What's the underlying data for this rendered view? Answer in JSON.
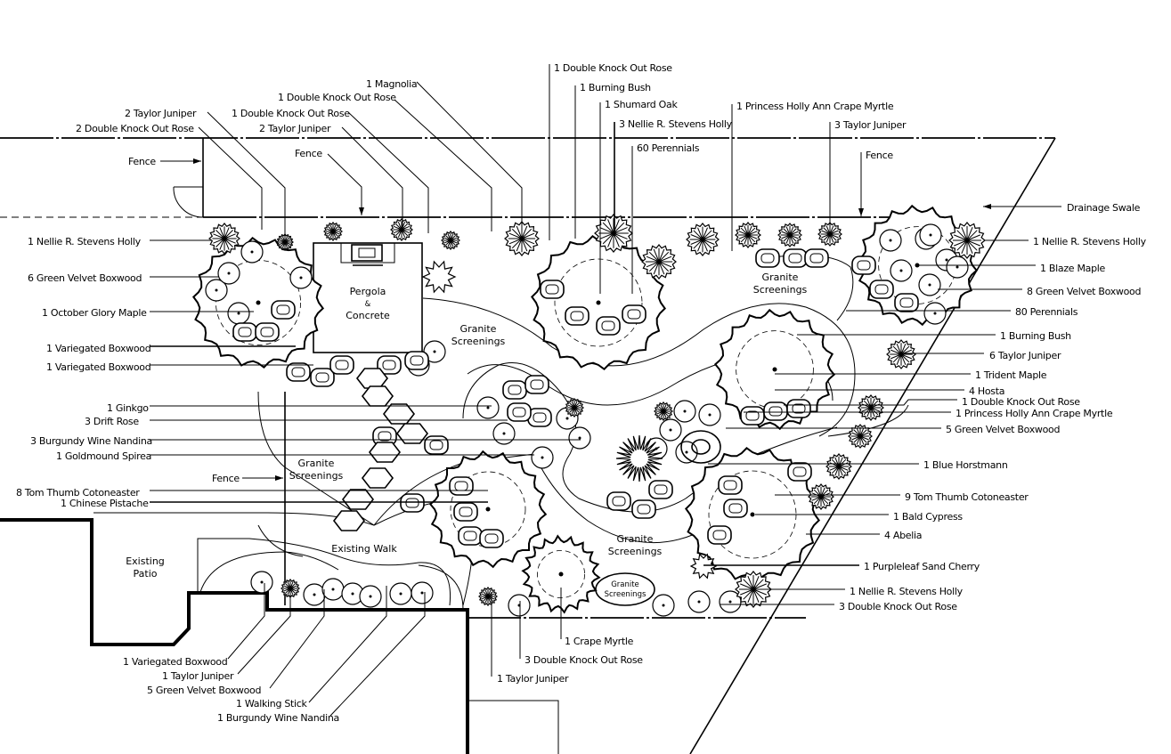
{
  "drawing": {
    "title": "Landscape Planting Plan",
    "areas": {
      "pergola": [
        "Pergola",
        "&",
        "Concrete"
      ],
      "granite_1": [
        "Granite",
        "Screenings"
      ],
      "granite_2": [
        "Granite",
        "Screenings"
      ],
      "granite_3": [
        "Granite",
        "Screenings"
      ],
      "granite_4": [
        "Granite",
        "Screenings"
      ],
      "granite_5": [
        "Granite",
        "Screenings"
      ],
      "existing_walk": "Existing Walk",
      "existing_patio": [
        "Existing",
        "Patio"
      ]
    },
    "top_labels": [
      "2 Taylor Juniper",
      "2 Double Knock Out Rose",
      "1 Magnolia",
      "1 Double Knock Out Rose",
      "1 Double Knock Out Rose",
      "2 Taylor Juniper",
      "1 Double Knock Out Rose",
      "1 Burning Bush",
      "1 Shumard Oak",
      "3 Nellie R. Stevens Holly",
      "60 Perennials",
      "1 Princess Holly Ann Crape Myrtle",
      "3 Taylor Juniper"
    ],
    "fence_labels": [
      "Fence",
      "Fence",
      "Fence",
      "Fence"
    ],
    "left_labels": [
      "1 Nellie R. Stevens Holly",
      "6 Green Velvet Boxwood",
      "1 October Glory Maple",
      "1 Variegated Boxwood",
      "1 Variegated Boxwood",
      "1 Ginkgo",
      "3 Drift Rose",
      "3 Burgundy Wine Nandina",
      "1 Goldmound Spirea",
      "8 Tom Thumb Cotoneaster",
      "1 Chinese Pistache"
    ],
    "right_labels": [
      "Drainage Swale",
      "1 Nellie R. Stevens Holly",
      "1 Blaze Maple",
      "8 Green Velvet Boxwood",
      "80 Perennials",
      "1 Burning Bush",
      "6 Taylor Juniper",
      "1 Trident Maple",
      "4 Hosta",
      "1 Double Knock Out Rose",
      "1 Princess Holly Ann Crape Myrtle",
      "5 Green Velvet Boxwood",
      "1 Blue Horstmann",
      "9 Tom Thumb Cotoneaster",
      "1 Bald Cypress",
      "4 Abelia",
      "1 Purpleleaf Sand Cherry",
      "1 Nellie R. Stevens Holly",
      "3 Double Knock Out Rose"
    ],
    "bottom_labels": [
      "1 Variegated Boxwood",
      "1 Taylor Juniper",
      "5 Green Velvet Boxwood",
      "1 Walking Stick",
      "1 Burgundy Wine Nandina",
      "1 Crape Myrtle",
      "3 Double Knock Out Rose",
      "1 Taylor Juniper"
    ]
  }
}
